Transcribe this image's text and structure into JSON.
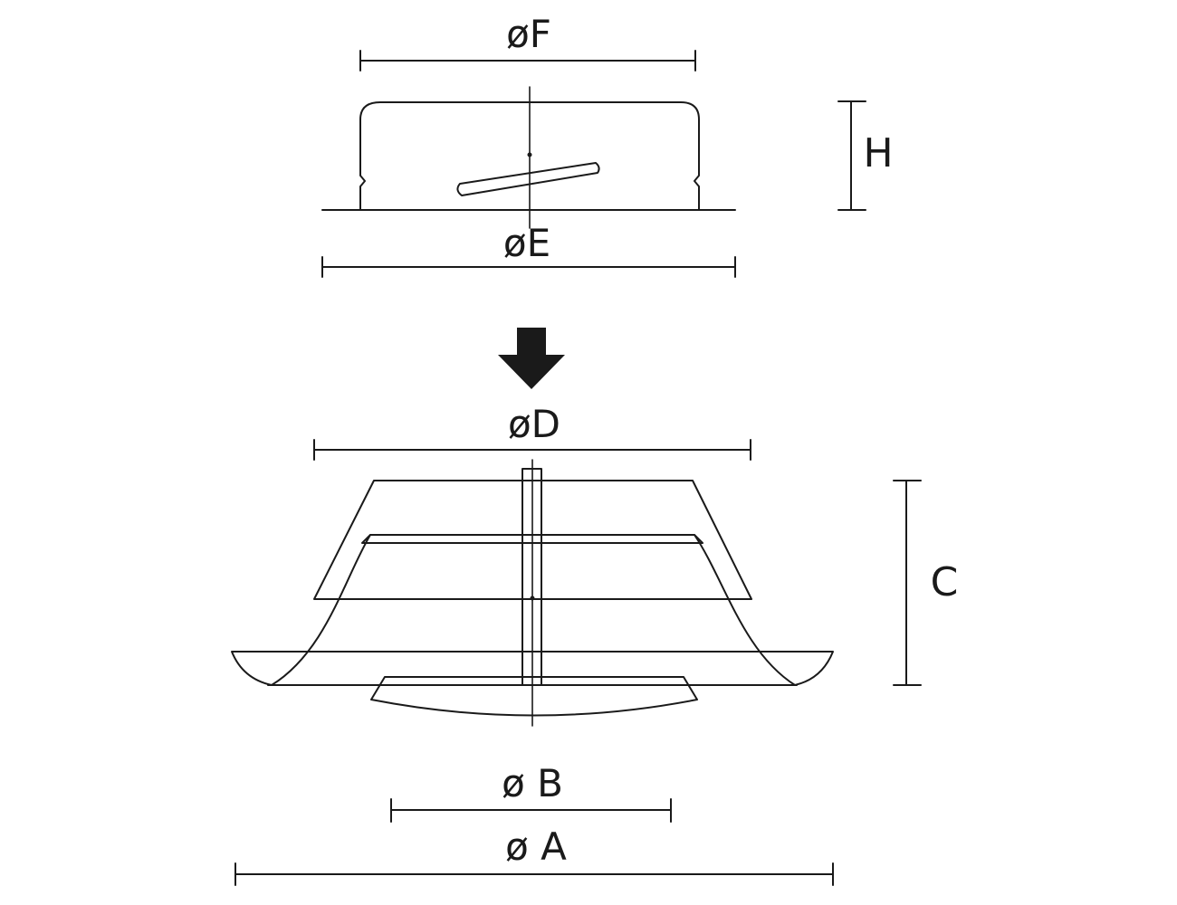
{
  "dimensions": {
    "F": "øF",
    "E": "øE",
    "D": "øD",
    "B": "ø B",
    "A": "ø A",
    "H": "H",
    "C": "C"
  },
  "colors": {
    "stroke": "#1a1a1a",
    "background": "#ffffff"
  },
  "icons": {
    "arrow": "down-arrow-icon"
  }
}
